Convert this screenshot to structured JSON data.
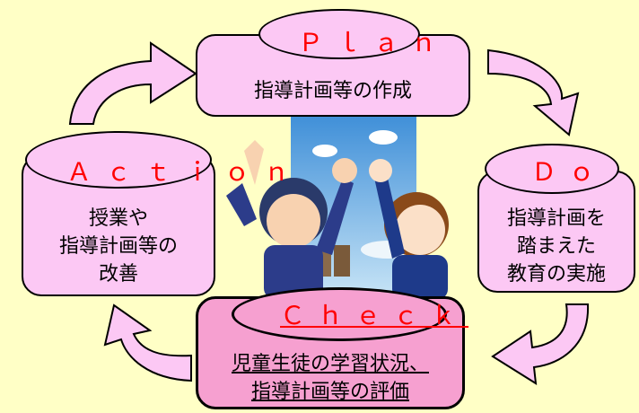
{
  "plan": {
    "title": "Ｐｌａｎ",
    "lines": [
      "指導計画等の作成"
    ]
  },
  "do": {
    "title": "Ｄｏ",
    "lines": [
      "指導計画を",
      "踏まえた",
      "教育の実施"
    ]
  },
  "check": {
    "title": "Ｃｈｅｃｋ",
    "lines": [
      "児童生徒の学習状況、",
      "指導計画等の評価"
    ]
  },
  "action": {
    "title": "Ａｃｔｉｏｎ",
    "lines": [
      "授業や",
      "指導計画等の",
      "改善"
    ]
  },
  "colors": {
    "background": "#ffffc6",
    "box_fill": "#fcc8f4",
    "check_fill": "#f6a0d0",
    "title_text": "#ff0000",
    "sky": "#7fbfe8"
  },
  "icons": [
    "arrow-right-down",
    "arrow-down-left",
    "arrow-left-up",
    "arrow-up-right",
    "children-illustration"
  ]
}
